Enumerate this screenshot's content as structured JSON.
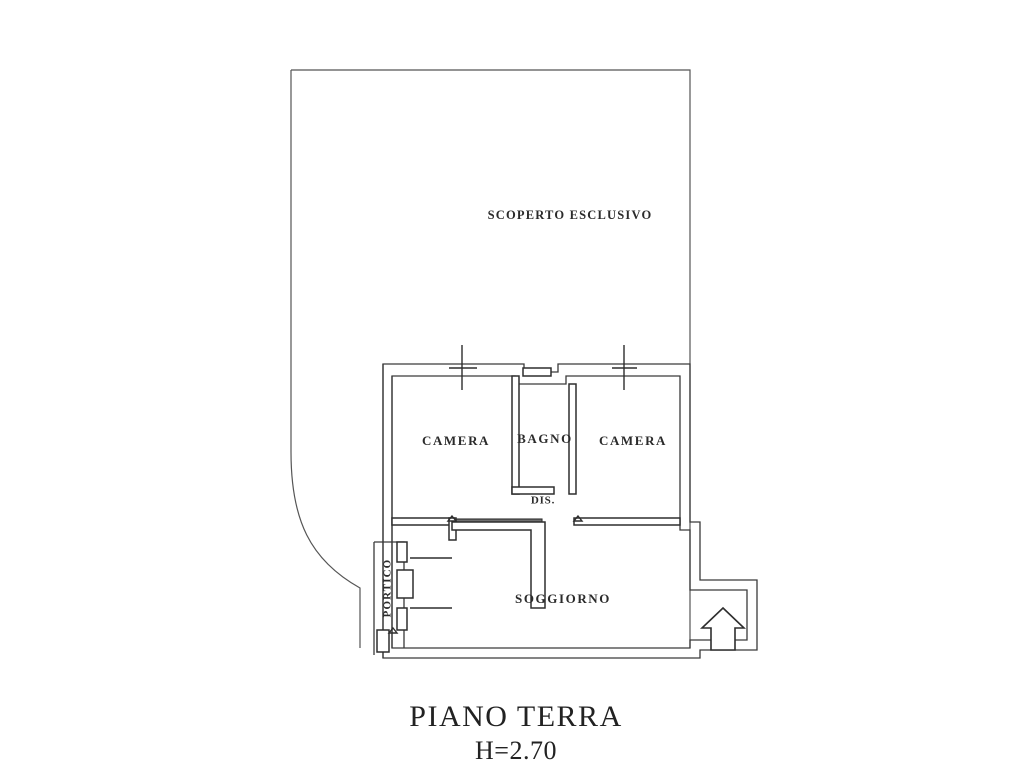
{
  "document": {
    "type": "floor-plan",
    "title": "PIANO TERRA",
    "height_note": "H=2.70",
    "background_color": "#ffffff",
    "line_color": "#2e2e2e",
    "text_color": "#2b2b2b"
  },
  "outdoor": {
    "label": "SCOPERTO ESCLUSIVO"
  },
  "rooms": [
    {
      "id": "camera-left",
      "label": "CAMERA"
    },
    {
      "id": "bagno",
      "label": "BAGNO"
    },
    {
      "id": "camera-right",
      "label": "CAMERA"
    },
    {
      "id": "disimpegno",
      "label": "DIS."
    },
    {
      "id": "soggiorno",
      "label": "SOGGIORNO"
    },
    {
      "id": "portico",
      "label": "PORTICO"
    }
  ],
  "markers": [
    {
      "id": "entrance-arrow",
      "name": "entrance-arrow-icon"
    }
  ],
  "caption": {
    "line1": "PIANO TERRA",
    "line2": "H=2.70"
  }
}
